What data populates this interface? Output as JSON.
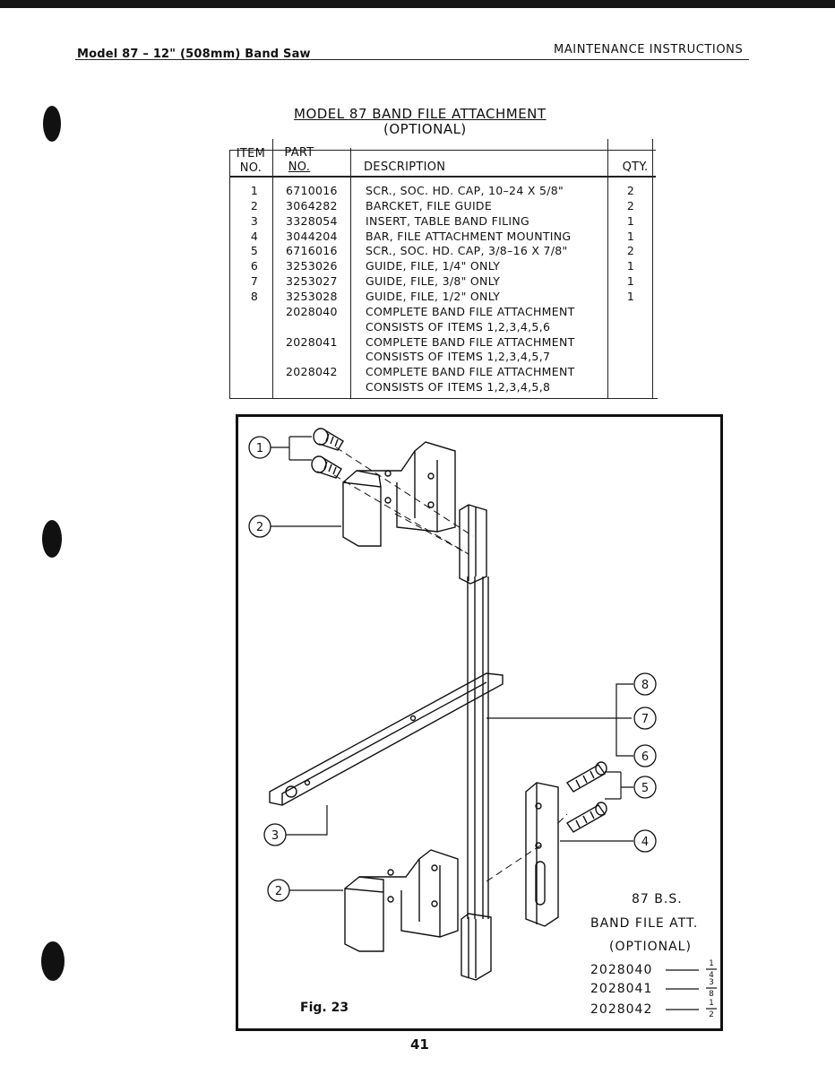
{
  "header": {
    "left": "Model 87 – 12\" (508mm) Band Saw",
    "right": "MAINTENANCE INSTRUCTIONS"
  },
  "title": {
    "line1": "MODEL 87 BAND FILE ATTACHMENT",
    "line2": "(OPTIONAL)"
  },
  "table": {
    "headers": {
      "item_1": "ITEM",
      "item_2": "NO.",
      "part_1": "PART",
      "part_2": "NO.",
      "description": "DESCRIPTION",
      "qty": "QTY."
    },
    "rows": [
      {
        "item": "1",
        "part": "6710016",
        "desc": "SCR., SOC. HD. CAP, 10–24 X 5/8\"",
        "qty": "2"
      },
      {
        "item": "2",
        "part": "3064282",
        "desc": "BARCKET, FILE GUIDE",
        "qty": "2"
      },
      {
        "item": "3",
        "part": "3328054",
        "desc": "INSERT, TABLE BAND FILING",
        "qty": "1"
      },
      {
        "item": "4",
        "part": "3044204",
        "desc": "BAR, FILE ATTACHMENT MOUNTING",
        "qty": "1"
      },
      {
        "item": "5",
        "part": "6716016",
        "desc": "SCR., SOC. HD. CAP, 3/8–16 X 7/8\"",
        "qty": "2"
      },
      {
        "item": "6",
        "part": "3253026",
        "desc": "GUIDE, FILE, 1/4\" ONLY",
        "qty": "1"
      },
      {
        "item": "7",
        "part": "3253027",
        "desc": "GUIDE, FILE, 3/8\" ONLY",
        "qty": "1"
      },
      {
        "item": "8",
        "part": "3253028",
        "desc": "GUIDE, FILE, 1/2\" ONLY",
        "qty": "1"
      },
      {
        "item": "",
        "part": "2028040",
        "desc": "COMPLETE BAND FILE ATTACHMENT",
        "qty": ""
      },
      {
        "item": "",
        "part": "",
        "desc": "CONSISTS OF ITEMS 1,2,3,4,5,6",
        "qty": ""
      },
      {
        "item": "",
        "part": "2028041",
        "desc": "COMPLETE BAND FILE ATTACHMENT",
        "qty": ""
      },
      {
        "item": "",
        "part": "",
        "desc": "CONSISTS OF ITEMS 1,2,3,4,5,7",
        "qty": ""
      },
      {
        "item": "",
        "part": "2028042",
        "desc": "COMPLETE BAND FILE ATTACHMENT",
        "qty": ""
      },
      {
        "item": "",
        "part": "",
        "desc": "CONSISTS OF ITEMS 1,2,3,4,5,8",
        "qty": ""
      }
    ]
  },
  "figure": {
    "callouts": [
      "1",
      "2",
      "8",
      "7",
      "6",
      "5",
      "4",
      "3",
      "2"
    ],
    "note": {
      "line1": "87 B.S.",
      "line2": "BAND FILE ATT.",
      "line3": "(OPTIONAL)",
      "codes": [
        {
          "part": "2028040",
          "num": "1",
          "den": "4"
        },
        {
          "part": "2028041",
          "num": "3",
          "den": "8"
        },
        {
          "part": "2028042",
          "num": "1",
          "den": "2"
        }
      ]
    },
    "label": "Fig. 23"
  },
  "page_number": "41"
}
